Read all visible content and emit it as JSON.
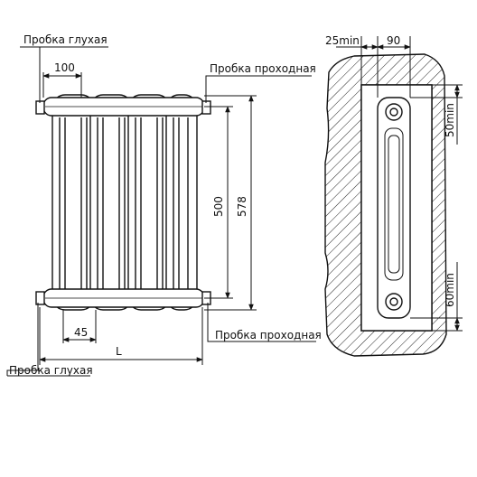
{
  "front_view": {
    "label_plug_blind_top": "Пробка глухая",
    "label_plug_through_top": "Пробка проходная",
    "label_plug_through_bottom": "Пробка проходная",
    "label_plug_blind_bottom": "Пробка глухая",
    "dim_section_pitch": "100",
    "dim_section_width": "45",
    "dim_total_length": "L",
    "dim_axis_distance": "500",
    "dim_total_height": "578",
    "section_count": 4
  },
  "side_view": {
    "dim_wall_gap": "25min",
    "dim_depth": "90",
    "dim_top_clearance": "50min",
    "dim_bottom_clearance": "60min"
  },
  "colors": {
    "line": "#111111",
    "hatch": "#222222",
    "background": "#ffffff"
  }
}
